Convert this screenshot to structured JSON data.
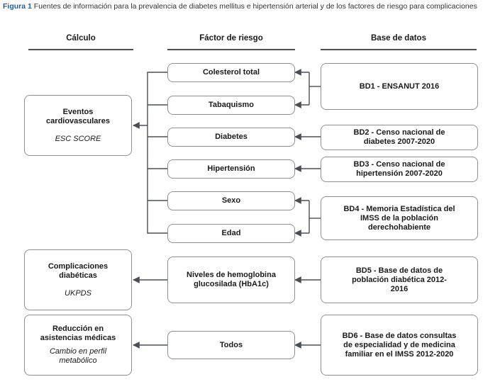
{
  "caption": {
    "label": "Figura 1",
    "text": " Fuentes de información para la prevalencia de diabetes mellitus e hipertensión arterial y de los factores de riesgo para complicaciones"
  },
  "columns": {
    "calculo": "Cálculo",
    "factor": "Fáctor de riesgo",
    "base": "Base de datos"
  },
  "calculo": {
    "eventos": {
      "title": "Eventos cardiovasculares",
      "model": "ESC SCORE"
    },
    "complicaciones": {
      "title": "Complicaciones diabéticas",
      "model": "UKPDS"
    },
    "reduccion": {
      "title": "Reducción en asistencias médicas",
      "model": "Cambio en perfil metabólico"
    }
  },
  "factores": {
    "colesterol": "Colesterol total",
    "tabaquismo": "Tabaquismo",
    "diabetes": "Diabetes",
    "hipertension": "Hipertensión",
    "sexo": "Sexo",
    "edad": "Edad",
    "hba1c": "Niveles de hemoglobina glucosilada (HbA1c)",
    "todos": "Todos"
  },
  "bases": {
    "bd1": "BD1 - ENSANUT 2016",
    "bd2": "BD2 - Censo nacional de diabetes 2007-2020",
    "bd3": "BD3 - Censo nacional de hipertensión 2007-2020",
    "bd4": "BD4 - Memoria Estadística del IMSS de la población derechohabiente",
    "bd5": "BD5 - Base de datos de población diabética 2012-2016",
    "bd6": "BD6 - Base de datos consultas de especialidad y de medicina familiar en el IMSS 2012-2020"
  }
}
